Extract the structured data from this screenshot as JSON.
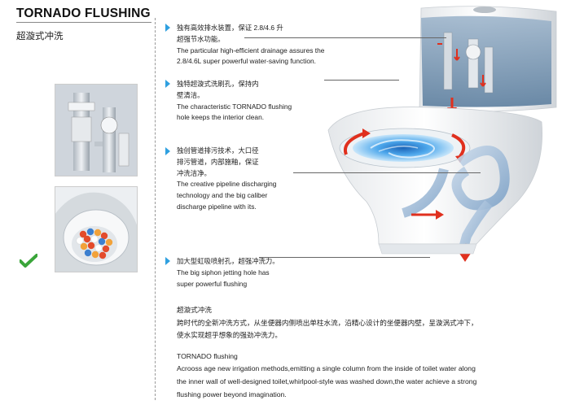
{
  "header": {
    "title": "TORNADO FLUSHING",
    "subtitle": "超漩式冲洗"
  },
  "features": [
    {
      "cn_lines": [
        "独有高效排水装置，保证 2.8/4.6 升",
        "超强节水功能。"
      ],
      "en_lines": [
        "The particular high-efficient drainage assures the",
        "2.8/4.6L super powerful water-saving function."
      ]
    },
    {
      "cn_lines": [
        "独特超漩式洗刷孔，保持内",
        "壁清洁。"
      ],
      "en_lines": [
        "The characteristic TORNADO flushing",
        "hole keeps the interior clean."
      ]
    },
    {
      "cn_lines": [
        "独创管道排污技术，大口径",
        "排污管道，内部施釉，保证",
        "冲洗洁净。"
      ],
      "en_lines": [
        "The creative pipeline discharging",
        "technology and the big caliber",
        "discharge pipeline with its."
      ]
    },
    {
      "cn_lines": [
        "加大型虹吸喷射孔，超强冲洗力。"
      ],
      "en_lines": [
        "The big siphon jetting hole has",
        "super powerful flushing"
      ]
    }
  ],
  "description": {
    "cn_title": "超漩式冲洗",
    "cn_lines": [
      "跨时代的全新冲洗方式，从坐便器内侧喷出单柱水流，沿精心设计的坐便器内壁，呈漩涡式冲下，",
      "使水实现超乎想象的强劲冲洗力。"
    ],
    "en_title": "TORNADO flushing",
    "en_lines": [
      "Acrooss age new irrigation methods,emitting a single column from the inside of toilet water along",
      "the inner wall of well-designed toilet,whirlpool-style was washed down,the water achieve a strong",
      "flushing power beyond imagination."
    ]
  },
  "colors": {
    "accent_arrow": "#2fa0e0",
    "check_green": "#3aa53a",
    "flow_red": "#e0301e",
    "water_blue": "#3d9be0"
  },
  "icons": [
    "blue-arrow-icon",
    "green-check-icon"
  ]
}
